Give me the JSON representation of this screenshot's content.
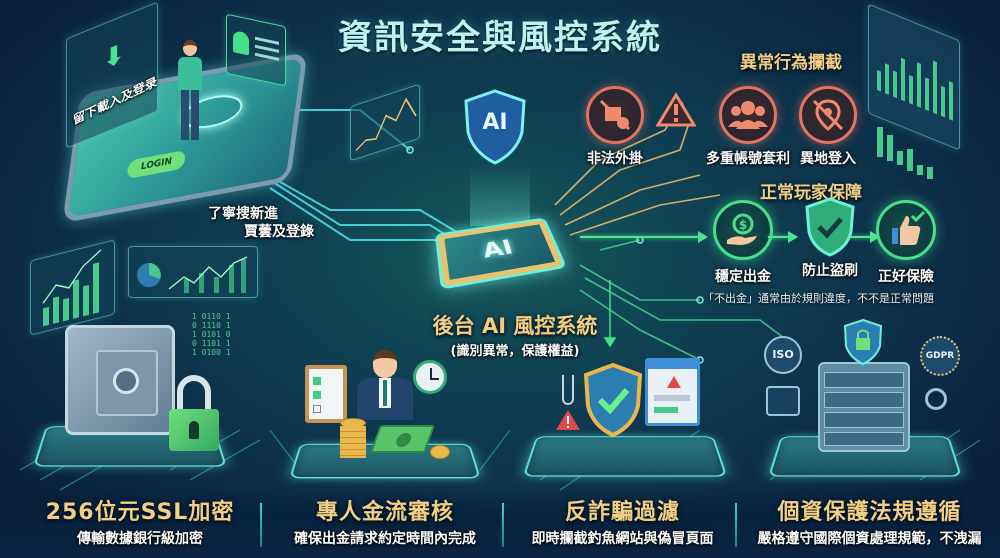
{
  "title": "資訊安全與風控系統",
  "login_section": {
    "download_panel_label": "留下載入及登录",
    "login_button": "LOGIN",
    "caption_line1": "了寧搜新進",
    "caption_line2": "賈蕓及登錄"
  },
  "ai_core": {
    "shield_label": "AI",
    "chip_label": "AI",
    "title": "後台 AI 風控系統",
    "subtitle": "(識別異常，保護權益)"
  },
  "abnormal_block": {
    "heading": "異常行為攔截",
    "items": [
      {
        "label": "非法外掛",
        "icon": "no-cheat-plugin-icon"
      },
      {
        "label": "",
        "icon": "warning-triangle-icon"
      },
      {
        "label": "多重帳號套利",
        "icon": "multi-account-icon"
      },
      {
        "label": "異地登入",
        "icon": "no-location-icon"
      }
    ]
  },
  "normal_block": {
    "heading": "正常玩家保障",
    "items": [
      {
        "label": "穩定出金",
        "icon": "hand-coin-icon"
      },
      {
        "label": "防止盜刷",
        "icon": "shield-check-icon"
      },
      {
        "label": "正好保險",
        "icon": "thumbs-up-check-icon"
      }
    ],
    "note": "「不出金」通常由於規則違度，不不是正常問題"
  },
  "compliance_badges": [
    "ISO",
    "GDPR"
  ],
  "features": [
    {
      "heading": "256位元SSL加密",
      "sub": "傳輸數據銀行級加密"
    },
    {
      "heading": "專人金流審核",
      "sub": "確保出金請求約定時間內完成"
    },
    {
      "heading": "反詐騙過濾",
      "sub": "即時攔截釣魚網站與偽冒頁面"
    },
    {
      "heading": "個資保護法規遵循",
      "sub": "嚴格遵守國際個資處理規範，不洩漏"
    }
  ],
  "colors": {
    "background_dark": "#0b2945",
    "teal_glow": "#5fe3d8",
    "gold_text": "#f2cf85",
    "alert_red": "#e3735f",
    "safe_green": "#46e08a",
    "title_cyan": "#bff3f0"
  }
}
